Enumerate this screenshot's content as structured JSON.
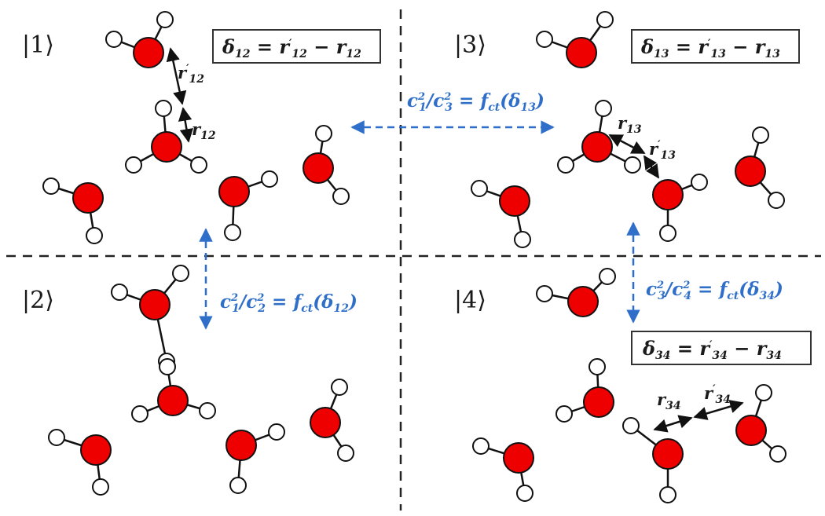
{
  "states": {
    "s1": "|1⟩",
    "s2": "|2⟩",
    "s3": "|3⟩",
    "s4": "|4⟩"
  },
  "deltas": {
    "d12": {
      "lhs": "δ",
      "lhs_sub": "12",
      "op": " = ",
      "r1": "r",
      "r1_prime": "′",
      "r1_sub": "12",
      "minus": " − ",
      "r2": "r",
      "r2_sub": "12"
    },
    "d13": {
      "lhs": "δ",
      "lhs_sub": "13",
      "op": " = ",
      "r1": "r",
      "r1_prime": "′",
      "r1_sub": "13",
      "minus": " − ",
      "r2": "r",
      "r2_sub": "13"
    },
    "d34": {
      "lhs": "δ",
      "lhs_sub": "34",
      "op": " = ",
      "r1": "r",
      "r1_prime": "′",
      "r1_sub": "34",
      "minus": " − ",
      "r2": "r",
      "r2_sub": "34"
    }
  },
  "ratios": {
    "c13": {
      "a": "c",
      "a_sub": "1",
      "a_sup": "2",
      "slash": "/",
      "b": "c",
      "b_sub": "3",
      "b_sup": "2",
      "eq": " = f",
      "f_sub": "ct",
      "arg": "(δ",
      "arg_sub": "13",
      "close": ")"
    },
    "c12": {
      "a": "c",
      "a_sub": "1",
      "a_sup": "2",
      "slash": "/",
      "b": "c",
      "b_sub": "2",
      "b_sup": "2",
      "eq": " = f",
      "f_sub": "ct",
      "arg": "(δ",
      "arg_sub": "12",
      "close": ")"
    },
    "c34": {
      "a": "c",
      "a_sub": "3",
      "a_sup": "2",
      "slash": "/",
      "b": "c",
      "b_sub": "4",
      "b_sup": "2",
      "eq": " = f",
      "f_sub": "ct",
      "arg": "(δ",
      "arg_sub": "34",
      "close": ")"
    }
  },
  "distances": {
    "r12p": {
      "r": "r",
      "prime": "′",
      "sub": "12"
    },
    "r12": {
      "r": "r",
      "sub": "12"
    },
    "r13": {
      "r": "r",
      "sub": "13"
    },
    "r13p": {
      "r": "r",
      "prime": "′",
      "sub": "13"
    },
    "r34": {
      "r": "r",
      "sub": "34"
    },
    "r34p": {
      "r": "r",
      "prime": "′",
      "sub": "34"
    }
  },
  "colors": {
    "oxygen": "#ee0000",
    "hydrogen": "#ffffff",
    "arrow_blue": "#2f6fc9",
    "divider": "#222222"
  }
}
